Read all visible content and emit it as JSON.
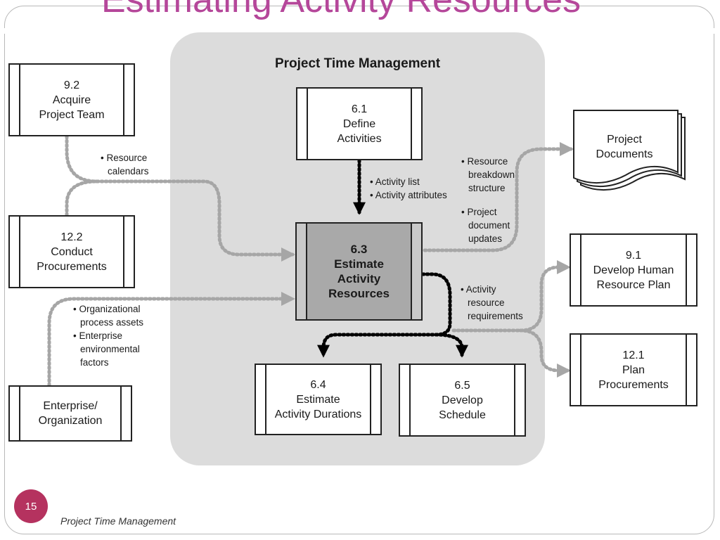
{
  "slide": {
    "title": "Estimating Activity Resources",
    "page_number": "15",
    "footer": "Project Time Management"
  },
  "diagram": {
    "panel_title": "Project Time Management",
    "boxes": {
      "acquire_team": [
        "9.2",
        "Acquire",
        "Project Team"
      ],
      "conduct_procurements": [
        "12.2",
        "Conduct",
        "Procurements"
      ],
      "enterprise": [
        "Enterprise/",
        "Organization"
      ],
      "define_activities": [
        "6.1",
        "Define",
        "Activities"
      ],
      "estimate_resources": [
        "6.3",
        "Estimate",
        "Activity",
        "Resources"
      ],
      "estimate_durations": [
        "6.4",
        "Estimate",
        "Activity Durations"
      ],
      "develop_schedule": [
        "6.5",
        "Develop",
        "Schedule"
      ],
      "project_documents": [
        "Project",
        "Documents"
      ],
      "develop_hr_plan": [
        "9.1",
        "Develop Human",
        "Resource Plan"
      ],
      "plan_procurements": [
        "12.1",
        "Plan",
        "Procurements"
      ]
    },
    "notes": {
      "resource_calendars": [
        "Resource",
        "calendars"
      ],
      "activity_inputs": [
        "Activity list",
        "Activity attributes"
      ],
      "rbs": [
        "Resource",
        "breakdown",
        "structure"
      ],
      "doc_updates": [
        "Project",
        "document",
        "updates"
      ],
      "activity_requirements": [
        "Activity",
        "resource",
        "requirements"
      ],
      "org_inputs": [
        "Organizational",
        "process assets",
        "Enterprise",
        "environmental",
        "factors"
      ]
    },
    "colors": {
      "title": "#b5479a",
      "panel": "#dcdcdc",
      "center_box": "#a9a9a9",
      "gray_arrow": "#a6a6a6",
      "black_arrow": "#000000",
      "badge": "#b5325f"
    }
  }
}
